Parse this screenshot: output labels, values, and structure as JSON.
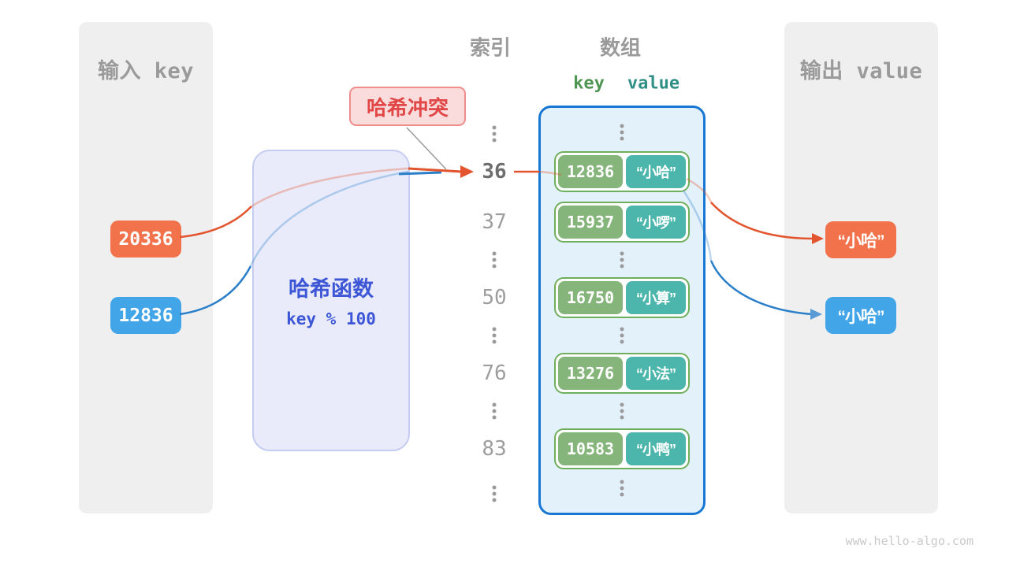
{
  "input_panel": {
    "title": "输入 key",
    "keys": [
      {
        "value": "20336",
        "color": "#f2734b"
      },
      {
        "value": "12836",
        "color": "#42a5e7"
      }
    ]
  },
  "hash_box": {
    "title": "哈希函数",
    "formula": "key % 100"
  },
  "collision_label": {
    "text": "哈希冲突"
  },
  "index_column": {
    "title": "索引",
    "values": [
      "36",
      "37",
      "50",
      "76",
      "83"
    ],
    "highlighted_value": "36"
  },
  "array_panel": {
    "title": "数组",
    "key_header": "key",
    "value_header": "value",
    "rows": [
      {
        "key": "12836",
        "value": "“小哈”"
      },
      {
        "key": "15937",
        "value": "“小啰”"
      },
      {
        "key": "16750",
        "value": "“小算”"
      },
      {
        "key": "13276",
        "value": "“小法”"
      },
      {
        "key": "10583",
        "value": "“小鸭”"
      }
    ]
  },
  "output_panel": {
    "title": "输出 value",
    "values": [
      {
        "text": "“小哈”",
        "color": "#f2734b"
      },
      {
        "text": "“小哈”",
        "color": "#42a5e7"
      }
    ]
  },
  "watermark": "www.hello-algo.com",
  "colors": {
    "orange_box": "#f2734b",
    "blue_box": "#42a5e7",
    "orange_line": "#e2552e",
    "blue_line": "#2b7fc9",
    "key_cell_green": "#85b57a",
    "value_cell_teal": "#4db6ac",
    "row_border_green": "#6fae5b",
    "array_border_blue": "#1877d2",
    "array_bg": "#e3f1fb",
    "hash_box_bg": "#e9ebfa",
    "hash_box_border": "#c5ccf1",
    "hash_text_indigo": "#3d56d6",
    "collision_bg": "#fbdcdc",
    "collision_border": "#ef8d8d",
    "collision_text": "#e14747",
    "panel_bg": "#efefef",
    "gray_text": "#9a9a9a",
    "key_header_green": "#4e9552",
    "value_header_teal": "#2f8f85",
    "watermark_gray": "#c9c9c9"
  }
}
